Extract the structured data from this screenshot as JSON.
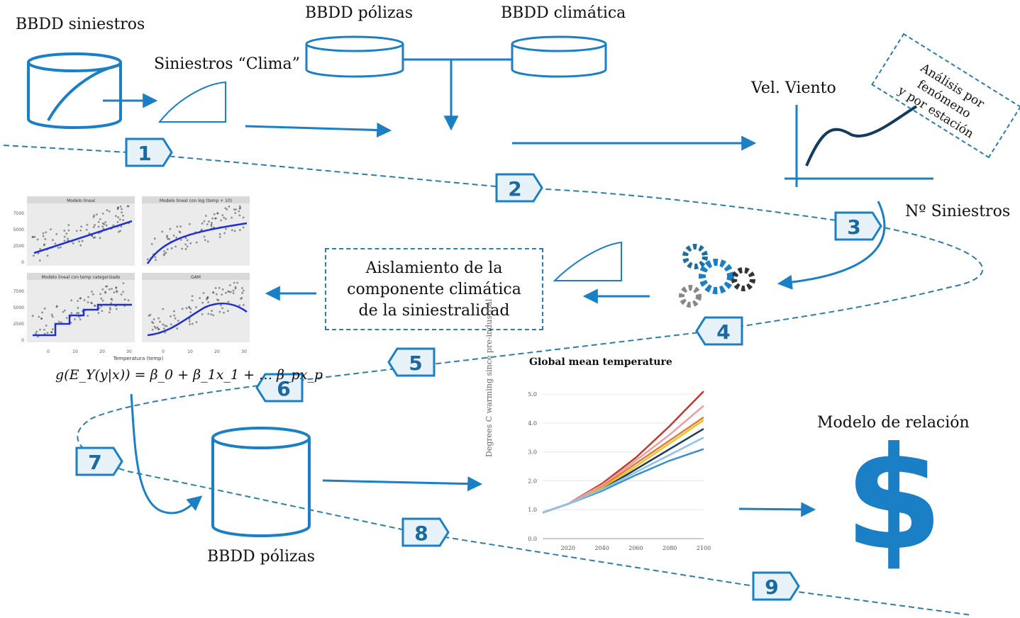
{
  "labels": {
    "bbdd_siniestros": "BBDD siniestros",
    "bbdd_polizas_top": "BBDD pólizas",
    "bbdd_climatica": "BBDD climática",
    "siniestros_clima": "Siniestros “Clima”",
    "vel_viento": "Vel. Viento",
    "n_siniestros": "Nº Siniestros",
    "analisis_line1": "Análisis por fenómeno",
    "analisis_line2": "y por estación",
    "aislamiento_line1": "Aislamiento de la",
    "aislamiento_line2": "componente climática",
    "aislamiento_line3": "de la siniestralidad",
    "formula": "g(E_Y(y|x)) = β_0 + β_1x_1 + … β_px_p",
    "bbdd_polizas_bottom": "BBDD pólizas",
    "modelo_relacion": "Modelo de relación",
    "dollar": "$"
  },
  "steps": [
    "1",
    "2",
    "3",
    "4",
    "5",
    "6",
    "7",
    "8",
    "9"
  ],
  "colors": {
    "accent": "#1a7fc4",
    "dashed": "#2e7da8",
    "step_fill": "#e6f2f8"
  },
  "icons": {
    "gears": "gears-icon",
    "dollar": "dollar-icon",
    "database": "database-icon"
  },
  "scatter_panels": [
    {
      "title": "Modelo lineal",
      "fit": "line"
    },
    {
      "title": "Modelo lineal con log (temp + 10)",
      "fit": "log"
    },
    {
      "title": "Modelo lineal con temp categorizado",
      "fit": "step"
    },
    {
      "title": "GAM",
      "fit": "gam"
    }
  ],
  "scatter_axes": {
    "y_ticks": [
      "7500",
      "5000",
      "2500",
      "0"
    ],
    "x_ticks": [
      "0",
      "10",
      "20",
      "30"
    ],
    "xlabel": "Temperatura (temp)"
  },
  "chart_data": {
    "type": "line",
    "title": "Global mean temperature",
    "ylabel": "Degrees C warming since pre-industrial",
    "xlabel": "",
    "x_ticks": [
      "2020",
      "2040",
      "2060",
      "2080",
      "2100"
    ],
    "y_ticks": [
      "0.0",
      "1.0",
      "2.0",
      "3.0",
      "4.0",
      "5.0"
    ],
    "ylim": [
      0,
      5.2
    ],
    "xlim": [
      2005,
      2100
    ],
    "series": [
      {
        "color": "#c0392b",
        "values": [
          [
            2005,
            0.9
          ],
          [
            2020,
            1.2
          ],
          [
            2040,
            1.9
          ],
          [
            2060,
            2.8
          ],
          [
            2080,
            3.9
          ],
          [
            2100,
            5.1
          ]
        ]
      },
      {
        "color": "#e07b39",
        "values": [
          [
            2005,
            0.9
          ],
          [
            2020,
            1.2
          ],
          [
            2040,
            1.8
          ],
          [
            2060,
            2.6
          ],
          [
            2080,
            3.4
          ],
          [
            2100,
            4.2
          ]
        ]
      },
      {
        "color": "#f0c419",
        "values": [
          [
            2005,
            0.9
          ],
          [
            2020,
            1.2
          ],
          [
            2040,
            1.75
          ],
          [
            2060,
            2.5
          ],
          [
            2080,
            3.3
          ],
          [
            2100,
            4.1
          ]
        ]
      },
      {
        "color": "#1f3a5f",
        "values": [
          [
            2005,
            0.9
          ],
          [
            2020,
            1.2
          ],
          [
            2040,
            1.7
          ],
          [
            2060,
            2.4
          ],
          [
            2080,
            3.1
          ],
          [
            2100,
            3.8
          ]
        ]
      },
      {
        "color": "#3b8fd0",
        "values": [
          [
            2005,
            0.9
          ],
          [
            2020,
            1.2
          ],
          [
            2040,
            1.65
          ],
          [
            2060,
            2.2
          ],
          [
            2080,
            2.7
          ],
          [
            2100,
            3.1
          ]
        ]
      },
      {
        "color": "#e8a0a0",
        "values": [
          [
            2005,
            0.9
          ],
          [
            2020,
            1.2
          ],
          [
            2040,
            1.85
          ],
          [
            2060,
            2.7
          ],
          [
            2080,
            3.6
          ],
          [
            2100,
            4.6
          ]
        ]
      },
      {
        "color": "#8fc0e8",
        "values": [
          [
            2005,
            0.9
          ],
          [
            2020,
            1.2
          ],
          [
            2040,
            1.7
          ],
          [
            2060,
            2.3
          ],
          [
            2080,
            2.9
          ],
          [
            2100,
            3.5
          ]
        ]
      }
    ]
  }
}
